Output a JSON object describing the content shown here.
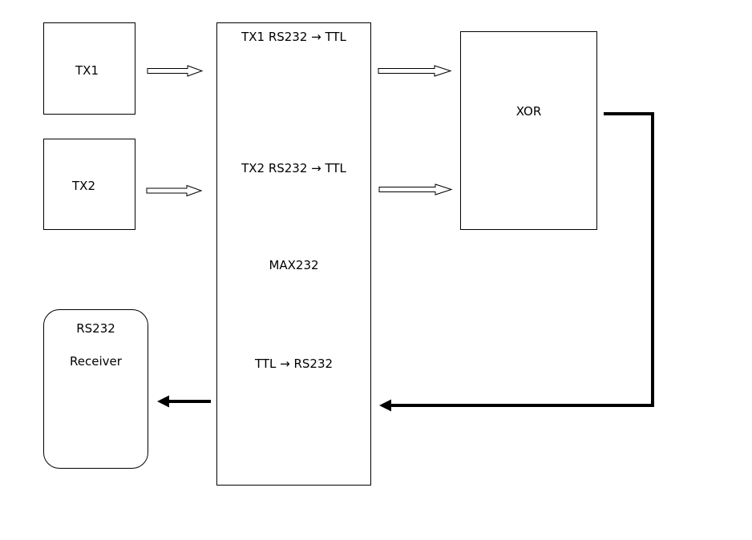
{
  "blocks": {
    "tx1": {
      "label": "TX1"
    },
    "tx2": {
      "label": "TX2"
    },
    "max232": {
      "tx1_path_label": "TX1 RS232 → TTL",
      "tx2_path_label": "TX2 RS232 → TTL",
      "chip_label": "MAX232",
      "return_path_label": "TTL → RS232"
    },
    "xor": {
      "label": "XOR"
    },
    "receiver": {
      "label_line1": "RS232",
      "label_line2": "Receiver"
    }
  },
  "connections": [
    {
      "from": "TX1",
      "to": "MAX232",
      "style": "hollow"
    },
    {
      "from": "TX2",
      "to": "MAX232",
      "style": "hollow"
    },
    {
      "from": "MAX232",
      "to": "XOR",
      "style": "hollow"
    },
    {
      "from": "MAX232",
      "to": "XOR",
      "style": "hollow"
    },
    {
      "from": "XOR",
      "to": "MAX232",
      "style": "thick"
    },
    {
      "from": "MAX232",
      "to": "RS232 Receiver",
      "style": "thick"
    }
  ],
  "colors": {
    "stroke": "#000000",
    "background": "#ffffff"
  }
}
